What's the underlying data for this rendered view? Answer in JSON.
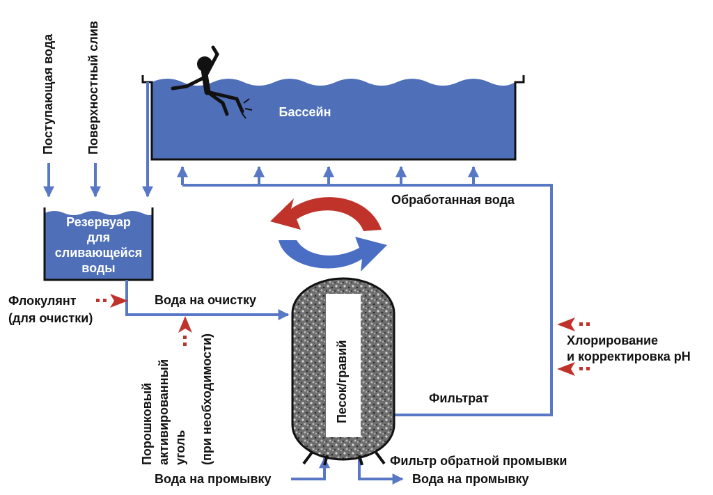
{
  "labels": {
    "incoming_water": "Поступающая вода",
    "surface_drain": "Поверхностный слив",
    "pool": "Бассейн",
    "reservoir_line1": "Резервуар",
    "reservoir_line2": "для",
    "reservoir_line3": "сливающейся",
    "reservoir_line4": "воды",
    "flocculant_line1": "Флокулянт",
    "flocculant_line2": "(для очистки)",
    "water_to_treatment": "Вода на очистку",
    "treated_water": "Обработанная вода",
    "chlorination_line1": "Хлорирование",
    "chlorination_line2": "и корректировка pH",
    "filtrate": "Фильтрат",
    "sand_gravel": "Песок/гравий",
    "pac_line1": "Порошковый",
    "pac_line2": "активированный",
    "pac_line3": "уголь",
    "pac_line4": "(при необходимости)",
    "backwash_filter": "Фильтр обратной промывки",
    "backwash_in": "Вода на промывку",
    "backwash_out": "Вода на промывку"
  },
  "colors": {
    "water": "#4f6fb8",
    "pipe": "#5878c6",
    "outline": "#111111",
    "chemical": "#c0332b",
    "cycle_red": "#c0332b",
    "cycle_blue": "#4a6ec4"
  }
}
